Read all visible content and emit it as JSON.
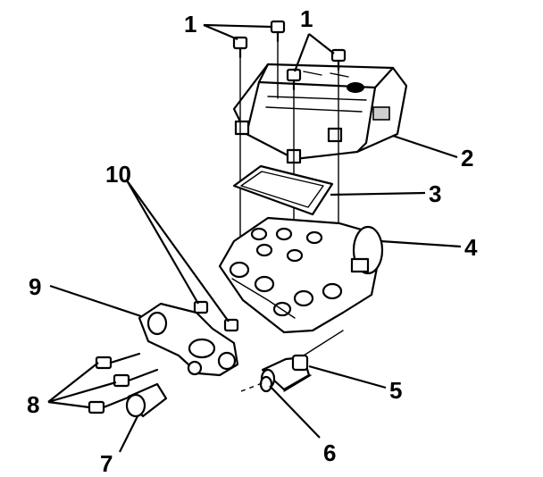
{
  "callouts": {
    "c1a": "1",
    "c1b": "1",
    "c2": "2",
    "c3": "3",
    "c4": "4",
    "c5": "5",
    "c6": "6",
    "c7": "7",
    "c8": "8",
    "c9": "9",
    "c10": "10"
  },
  "colors": {
    "ink": "#000000",
    "background": "#ffffff"
  }
}
